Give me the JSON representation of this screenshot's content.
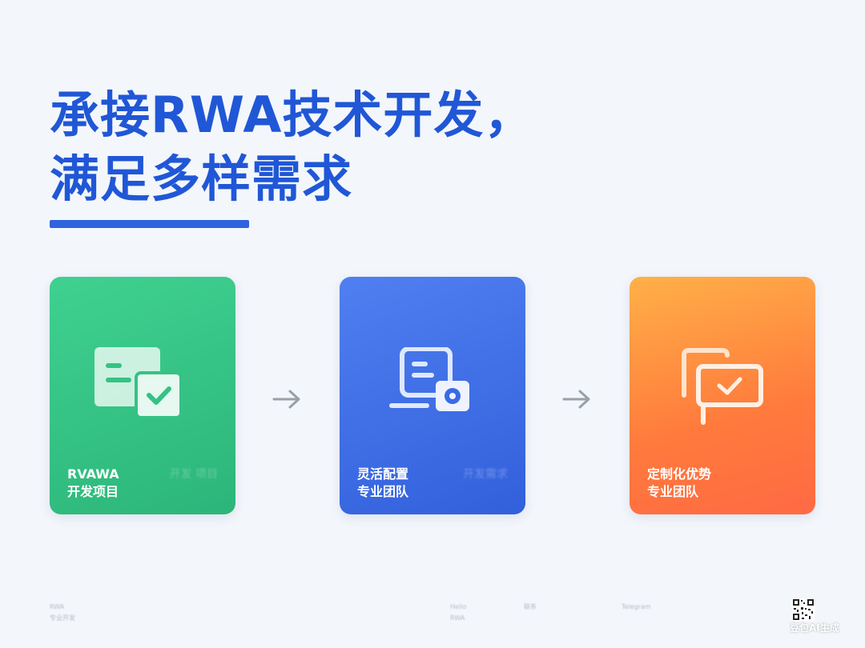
{
  "title": {
    "line1": "承接RWA技术开发，",
    "line2": "满足多样需求"
  },
  "colors": {
    "title": "#2057d6",
    "green_card": "#2cb57a",
    "blue_card": "#3260dc",
    "orange_card": "#ff7a3c",
    "arrow": "#9aa0a8",
    "background": "#f3f6fb"
  },
  "cards": [
    {
      "label_line1": "RVAWA",
      "label_line2": "开发项目",
      "ghost_line1": "",
      "ghost_line2": "开发 项目",
      "icon": "document-check-icon"
    },
    {
      "label_line1": "灵活配置",
      "label_line2": "专业团队",
      "ghost_line1": "",
      "ghost_line2": "开发需求",
      "icon": "monitor-camera-icon"
    },
    {
      "label_line1": "定制化优势",
      "label_line2": "专业团队",
      "ghost_line1": "",
      "ghost_line2": "",
      "icon": "chat-check-icon"
    }
  ],
  "footer": {
    "col1_line1": "RWA",
    "col1_line2": "专业开发",
    "col2_line1": "Hello",
    "col2_line2": "RWA",
    "col3_line1": "",
    "col3_line2": "联系",
    "col4_line1": "Telegram",
    "col4_line2": "",
    "col5_line1": "",
    "col5_line2": ""
  },
  "watermark": "豆包AI生成"
}
